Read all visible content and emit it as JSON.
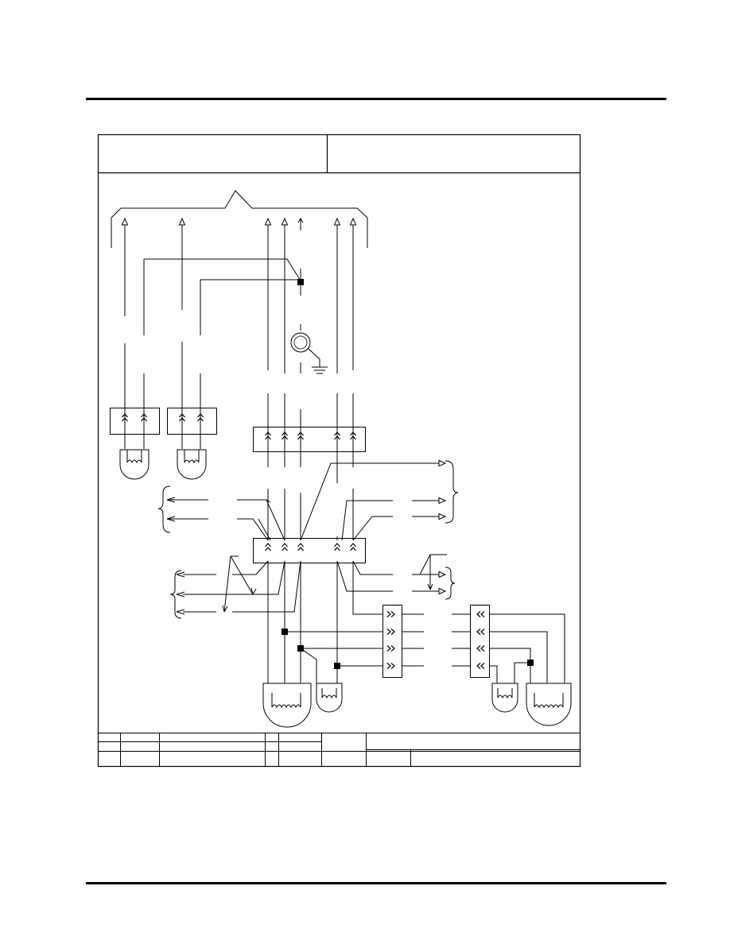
{
  "page": {
    "header_rule_color": "#000000",
    "footer_rule_color": "#000000"
  },
  "diagram": {
    "line_color": "#000000",
    "background": "#ffffff",
    "symbols": [
      "open-arrow-terminal",
      "connector-chevron",
      "splice-dot",
      "lamp-bulb",
      "ground-symbol",
      "brace"
    ]
  }
}
